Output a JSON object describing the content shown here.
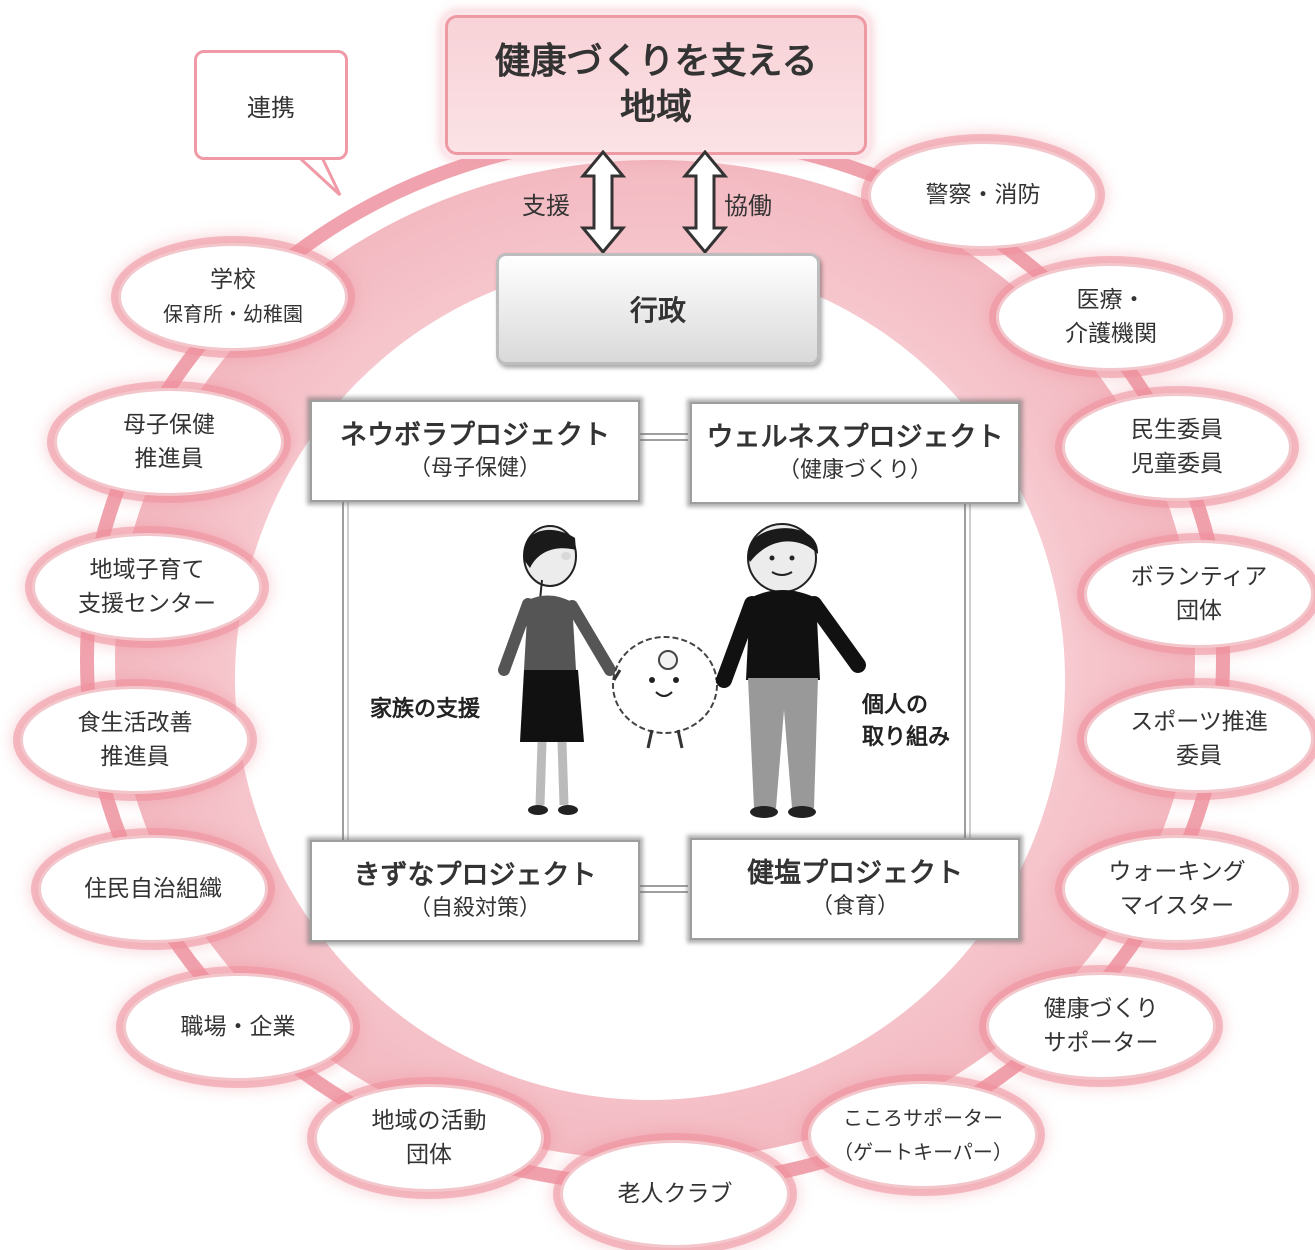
{
  "title": {
    "line1": "健康づくりを支える",
    "line2": "地域"
  },
  "callout": "連携",
  "arrows": {
    "left_label": "支援",
    "right_label": "協働"
  },
  "center": "行政",
  "projects": {
    "top_left": {
      "title": "ネウボラプロジェクト",
      "sub": "（母子保健）"
    },
    "top_right": {
      "title": "ウェルネスプロジェクト",
      "sub": "（健康づくり）"
    },
    "bottom_left": {
      "title": "きずなプロジェクト",
      "sub": "（自殺対策）"
    },
    "bottom_right": {
      "title": "健塩プロジェクト",
      "sub": "（食育）"
    }
  },
  "family_label": "家族の支援",
  "personal_label": {
    "line1": "個人の",
    "line2": "取り組み"
  },
  "partners": {
    "police": {
      "l1": "警察・消防"
    },
    "medical": {
      "l1": "医療・",
      "l2": "介護機関"
    },
    "minsei": {
      "l1": "民生委員",
      "l2": "児童委員"
    },
    "volunteer": {
      "l1": "ボランティア",
      "l2": "団体"
    },
    "sports": {
      "l1": "スポーツ推進",
      "l2": "委員"
    },
    "walking": {
      "l1": "ウォーキング",
      "l2": "マイスター"
    },
    "supporter": {
      "l1": "健康づくり",
      "l2": "サポーター"
    },
    "kokoro": {
      "l1": "こころサポーター",
      "l2": "（ゲートキーパー）"
    },
    "roujin": {
      "l1": "老人クラブ"
    },
    "chiiki_katsudo": {
      "l1": "地域の活動",
      "l2": "団体"
    },
    "shokuba": {
      "l1": "職場・企業"
    },
    "jumin": {
      "l1": "住民自治組織"
    },
    "shokuseikatsu": {
      "l1": "食生活改善",
      "l2": "推進員"
    },
    "kosodate": {
      "l1": "地域子育て",
      "l2": "支援センター"
    },
    "boshi": {
      "l1": "母子保健",
      "l2": "推進員"
    },
    "school": {
      "l1": "学校",
      "l2": "保育所・幼稚園"
    }
  },
  "colors": {
    "ring": "#f0a3ae",
    "band": "#f8d3d8",
    "accent": "#ed9aa5"
  }
}
